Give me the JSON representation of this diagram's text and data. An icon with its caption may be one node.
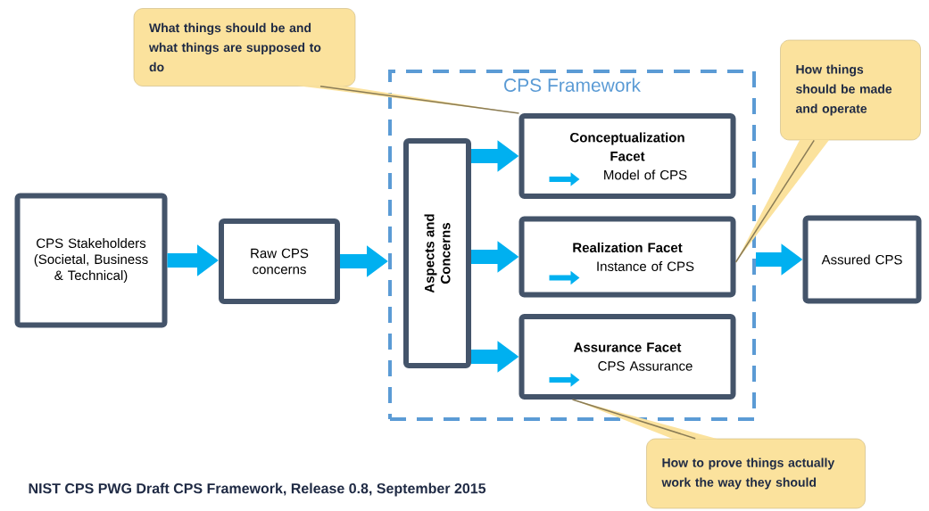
{
  "diagram": {
    "caption": "NIST CPS PWG Draft CPS Framework, Release 0.8, September 2015",
    "nodes": [
      {
        "text": [
          "CPS Stakeholders (Societal, Business & Technical)"
        ]
      },
      {
        "text": [
          "Raw CPS concerns"
        ]
      },
      {
        "text": [
          "CPS Framework"
        ]
      },
      {
        "text": [
          "Aspects and Concerns"
        ],
        "in": 2
      },
      {
        "text": [
          "Conceptualization Facet",
          "Model of CPS"
        ],
        "in": 2
      },
      {
        "text": [
          "Realization Facet",
          "Instance of CPS"
        ],
        "in": 2
      },
      {
        "text": [
          "Assurance Facet",
          "CPS Assurance"
        ],
        "in": 2
      },
      {
        "text": [
          "Assured CPS"
        ]
      },
      {
        "text": [
          "What things should be and what things are supposed to do"
        ]
      },
      {
        "text": [
          "How things should be made and operate"
        ]
      },
      {
        "text": [
          "How to prove things actually work the way they should"
        ]
      }
    ],
    "edges": [
      {
        "from": 0,
        "to": 1,
        "arrow": "to"
      },
      {
        "from": 1,
        "to": 2,
        "arrow": "to"
      },
      {
        "from": 3,
        "to": 4,
        "arrow": "to"
      },
      {
        "from": 3,
        "to": 5,
        "arrow": "to"
      },
      {
        "from": 3,
        "to": 6,
        "arrow": "to"
      },
      {
        "from": 2,
        "to": 7,
        "arrow": "to"
      },
      {
        "from": 8,
        "to": 4,
        "arrow": "none",
        "color": "#8a7c56"
      },
      {
        "from": 9,
        "to": 5,
        "arrow": "none",
        "color": "#8a7c56"
      },
      {
        "from": 10,
        "to": 6,
        "arrow": "none",
        "color": "#8a7c56"
      }
    ]
  }
}
